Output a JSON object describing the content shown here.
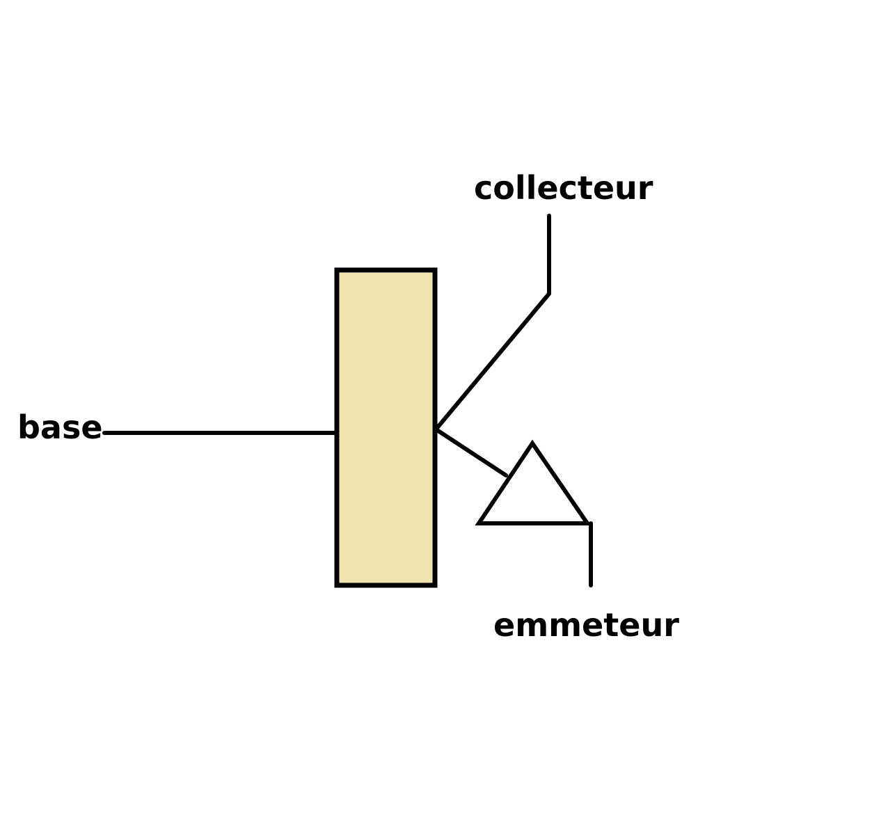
{
  "diagram": {
    "labels": {
      "collector": "collecteur",
      "base": "base",
      "emitter": "emmeteur"
    },
    "colors": {
      "background": "#ffffff",
      "stroke": "#000000",
      "base_block_fill": "#efe3b0"
    }
  }
}
